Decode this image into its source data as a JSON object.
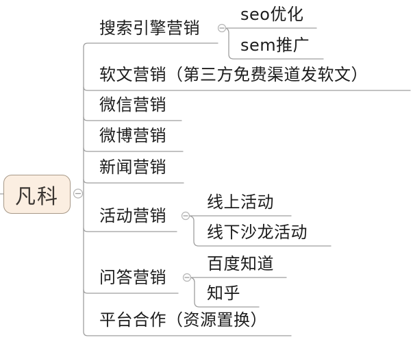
{
  "root": {
    "label": "凡科"
  },
  "branches": [
    {
      "label": "搜索引擎营销",
      "collapsed": false,
      "children": [
        {
          "label": "seo优化"
        },
        {
          "label": "sem推广"
        }
      ]
    },
    {
      "label": "软文营销（第三方免费渠道发软文）",
      "children": []
    },
    {
      "label": "微信营销",
      "children": []
    },
    {
      "label": "微博营销",
      "children": []
    },
    {
      "label": "新闻营销",
      "children": []
    },
    {
      "label": "活动营销",
      "collapsed": false,
      "children": [
        {
          "label": "线上活动"
        },
        {
          "label": "线下沙龙活动"
        }
      ]
    },
    {
      "label": "问答营销",
      "collapsed": false,
      "children": [
        {
          "label": "百度知道"
        },
        {
          "label": "知乎"
        }
      ]
    },
    {
      "label": "平台合作（资源置换）",
      "children": []
    }
  ],
  "icons": {
    "collapse_glyph": "minus-in-circle"
  },
  "colors": {
    "root_fill": "#fbeee1",
    "root_border": "#a79887",
    "connector_line": "#9e9e9e",
    "topic_text": "#1c1c1c",
    "collapse_icon_border": "#b5b5b5"
  }
}
